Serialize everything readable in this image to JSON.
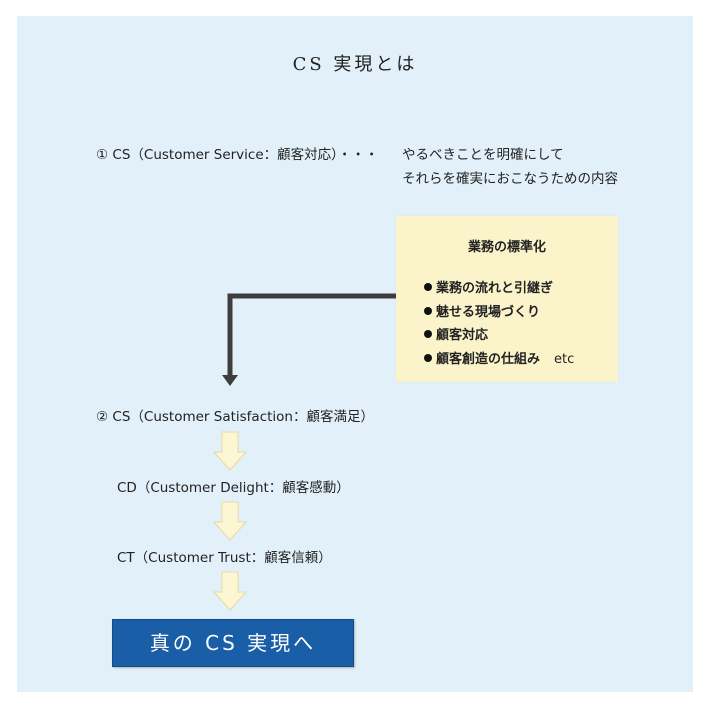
{
  "title": "CS 実現とは",
  "section1": {
    "cs_label": "① CS（Customer Service：顧客対応）・・・",
    "desc_line1": "やるべきことを明確にして",
    "desc_line2": "それらを確実におこなうための内容"
  },
  "box": {
    "title": "業務の標準化",
    "items": [
      "業務の流れと引継ぎ",
      "魅せる現場づくり",
      "顧客対応",
      "顧客創造の仕組み"
    ],
    "etc": "etc"
  },
  "section2": {
    "label": "② CS（Customer Satisfaction：顧客満足）"
  },
  "cd": {
    "label": "CD（Customer Delight：顧客感動）"
  },
  "ct": {
    "label": "CT（Customer Trust：顧客信頼）"
  },
  "final": {
    "label": "真の CS 実現へ"
  },
  "colors": {
    "background": "#e2f1f9",
    "box_fill": "#fbf4cb",
    "down_arrow_fill": "#fdf6d2",
    "connector": "#3d3d3d",
    "final_fill": "#1b5ea8"
  }
}
